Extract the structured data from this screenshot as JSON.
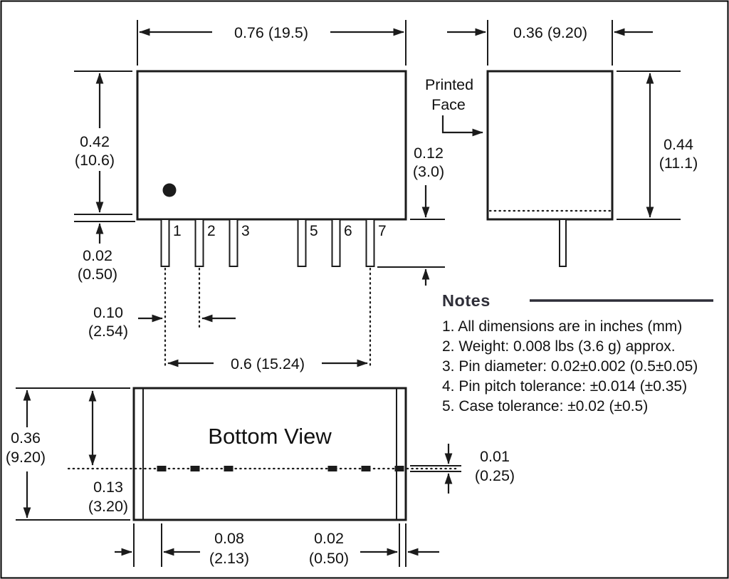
{
  "colors": {
    "line": "#1b1b1b",
    "background": "#ffffff",
    "notes_accent": "#2e2e38"
  },
  "front_view": {
    "dim_width": "0.76 (19.5)",
    "dim_height_in": "0.42",
    "dim_height_mm": "(10.6)",
    "dim_standoff_in": "0.02",
    "dim_standoff_mm": "(0.50)",
    "dim_pin_length_in": "0.12",
    "dim_pin_length_mm": "(3.0)",
    "dim_pin_pitch_in": "0.10",
    "dim_pin_pitch_mm": "(2.54)",
    "dim_pin_span": "0.6 (15.24)",
    "pin_numbers": [
      "1",
      "2",
      "3",
      "5",
      "6",
      "7"
    ]
  },
  "side_view": {
    "dim_width": "0.36 (9.20)",
    "dim_height_in": "0.44",
    "dim_height_mm": "(11.1)",
    "printed_face_line1": "Printed",
    "printed_face_line2": "Face"
  },
  "bottom_view": {
    "label": "Bottom View",
    "dim_height_in": "0.36",
    "dim_height_mm": "(9.20)",
    "dim_pin_row_in": "0.13",
    "dim_pin_row_mm": "(3.20)",
    "dim_pad_width_in": "0.01",
    "dim_pad_width_mm": "(0.25)",
    "dim_edge_to_pin_in": "0.08",
    "dim_edge_to_pin_mm": "(2.13)",
    "dim_pin_to_edge_in": "0.02",
    "dim_pin_to_edge_mm": "(0.50)"
  },
  "notes": {
    "title": "Notes",
    "items": [
      "1. All dimensions are in inches (mm)",
      "2. Weight: 0.008 lbs (3.6 g) approx.",
      "3. Pin diameter: 0.02±0.002 (0.5±0.05)",
      "4. Pin pitch tolerance: ±0.014 (±0.35)",
      "5. Case tolerance: ±0.02 (±0.5)"
    ]
  }
}
